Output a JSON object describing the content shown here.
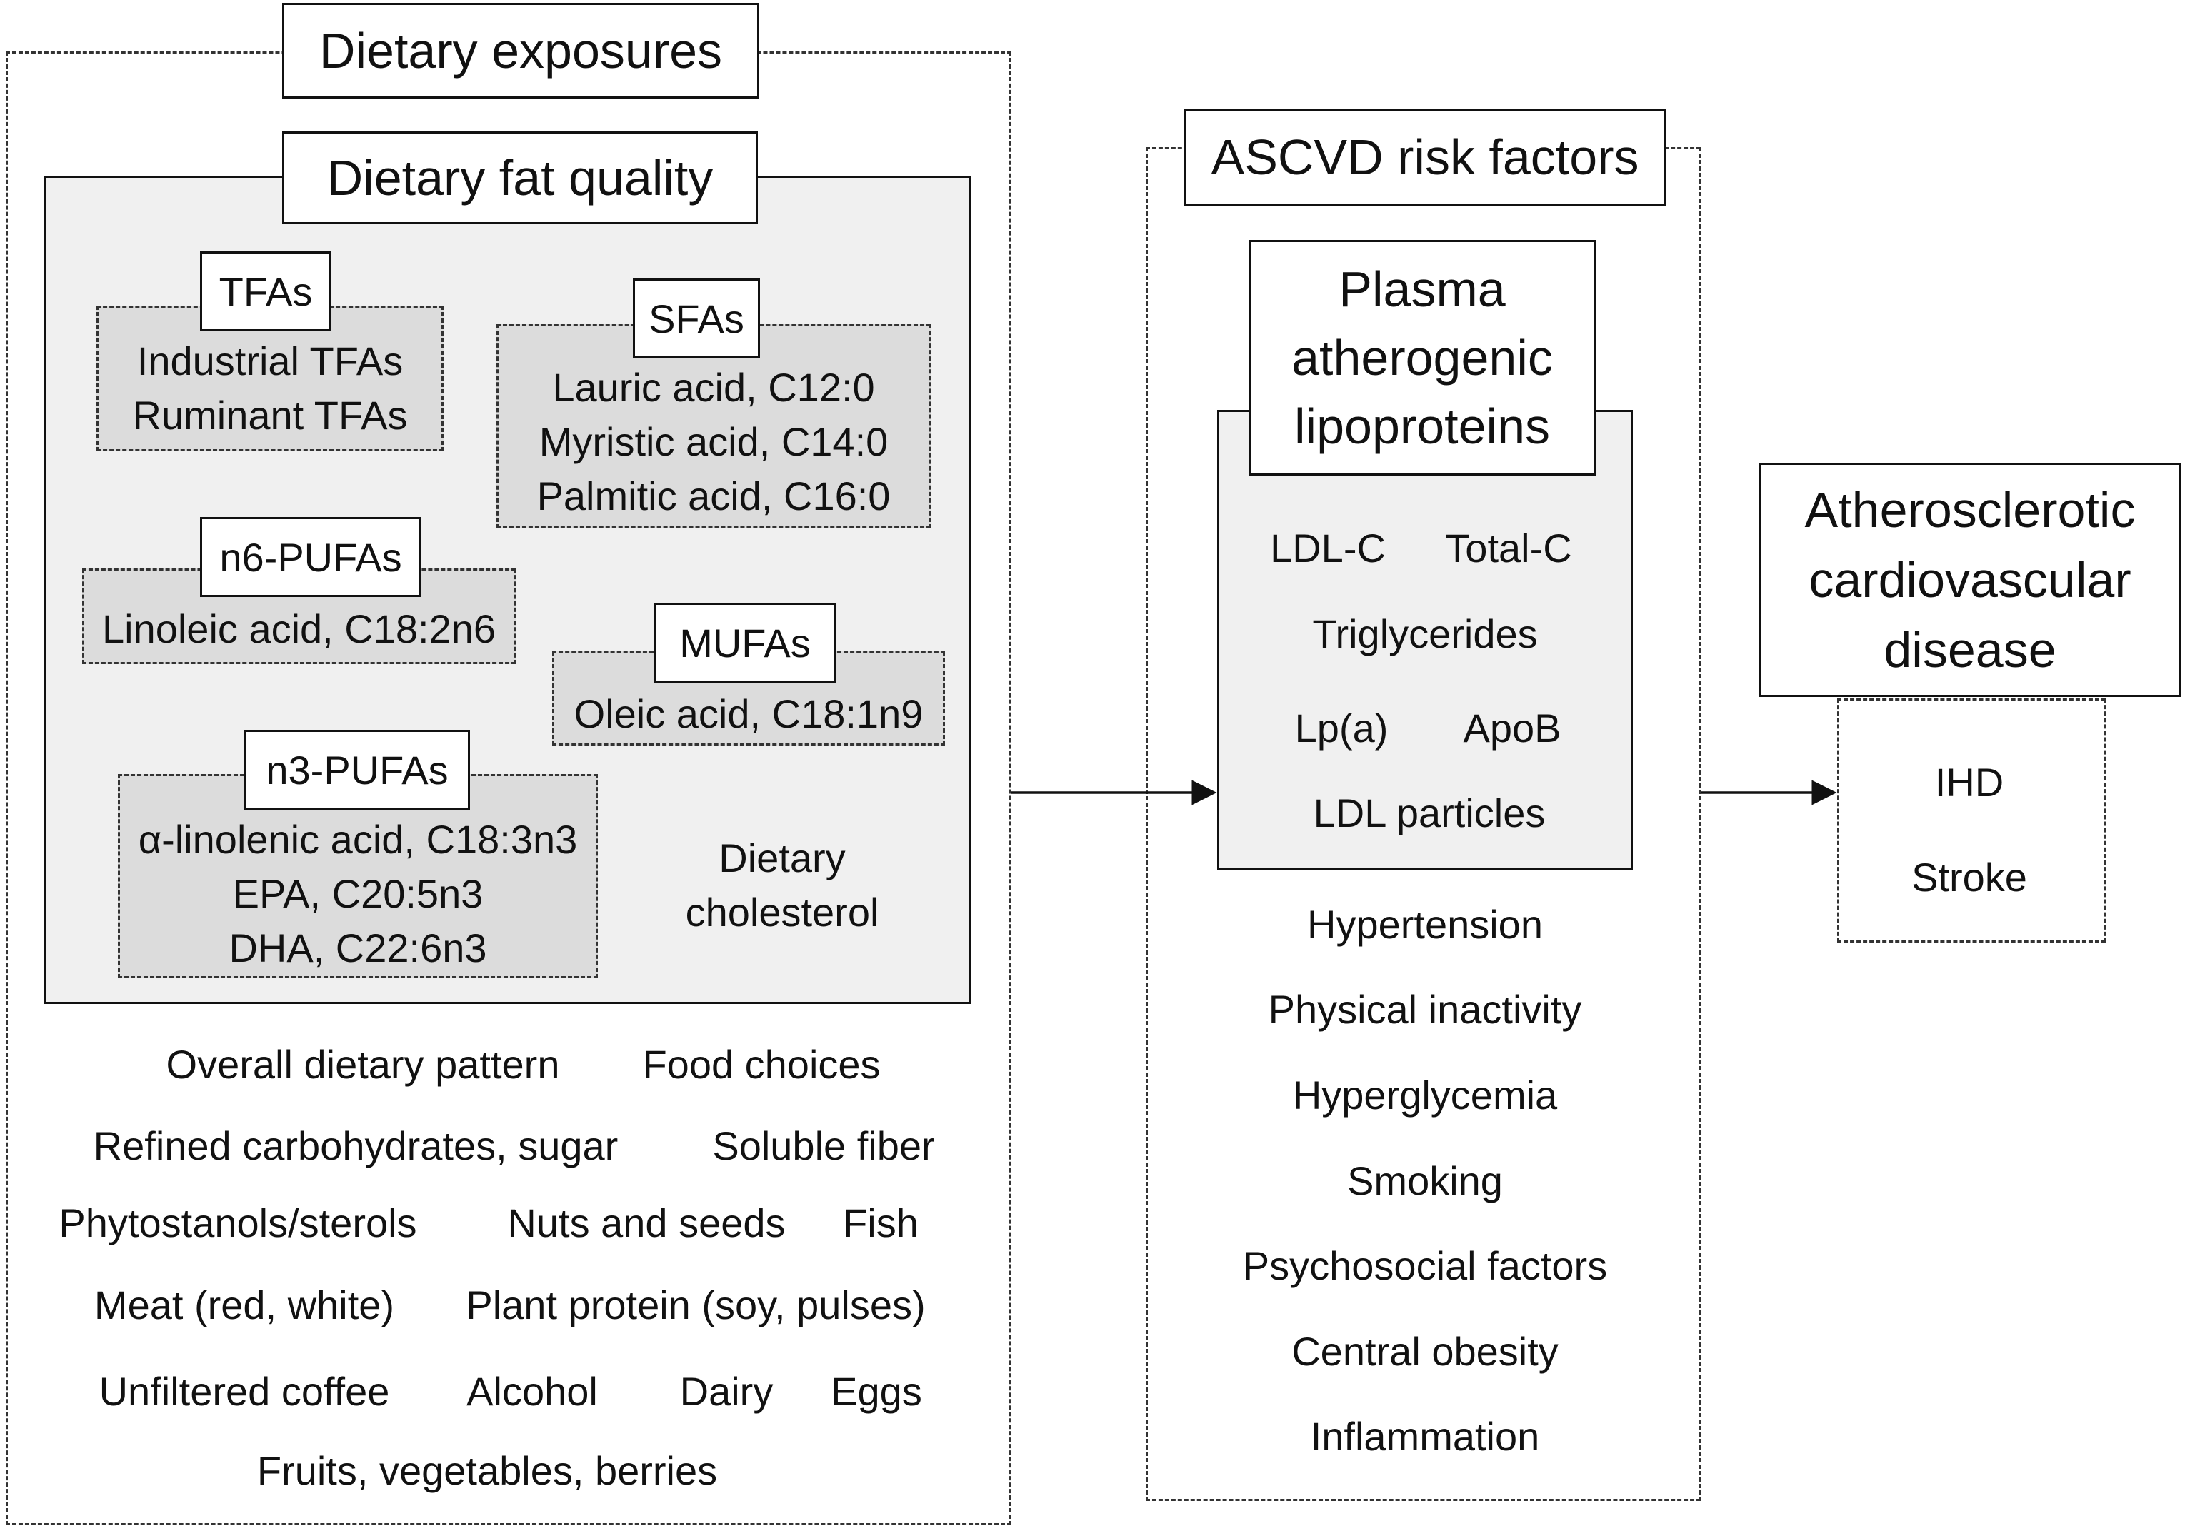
{
  "exposures": {
    "title": "Dietary exposures",
    "fat_quality": {
      "title": "Dietary fat quality",
      "groups": {
        "tfas": {
          "label": "TFAs",
          "items": [
            "Industrial TFAs",
            "Ruminant TFAs"
          ]
        },
        "sfas": {
          "label": "SFAs",
          "items": [
            "Lauric acid, C12:0",
            "Myristic acid, C14:0",
            "Palmitic acid, C16:0"
          ]
        },
        "n6": {
          "label": "n6-PUFAs",
          "items": [
            "Linoleic acid, C18:2n6"
          ]
        },
        "mufas": {
          "label": "MUFAs",
          "items": [
            "Oleic acid, C18:1n9"
          ]
        },
        "n3": {
          "label": "n3-PUFAs",
          "items": [
            "α-linolenic acid, C18:3n3",
            "EPA, C20:5n3",
            "DHA, C22:6n3"
          ]
        }
      },
      "cholesterol": [
        "Dietary",
        "cholesterol"
      ]
    },
    "other_factors": [
      "Overall dietary pattern",
      "Food choices",
      "Refined carbohydrates, sugar",
      "Soluble fiber",
      "Phytostanols/sterols",
      "Nuts and seeds",
      "Fish",
      "Meat (red, white)",
      "Plant protein (soy, pulses)",
      "Unfiltered coffee",
      "Alcohol",
      "Dairy",
      "Eggs",
      "Fruits, vegetables, berries"
    ]
  },
  "risk": {
    "title": "ASCVD risk factors",
    "lipoproteins": {
      "title": [
        "Plasma",
        "atherogenic",
        "lipoproteins"
      ],
      "items": [
        "LDL-C",
        "Total-C",
        "Triglycerides",
        "Lp(a)",
        "ApoB",
        "LDL particles"
      ]
    },
    "others": [
      "Hypertension",
      "Physical inactivity",
      "Hyperglycemia",
      "Smoking",
      "Psychosocial factors",
      "Central obesity",
      "Inflammation"
    ]
  },
  "disease": {
    "title": [
      "Atherosclerotic",
      "cardiovascular",
      "disease"
    ],
    "items": [
      "IHD",
      "Stroke"
    ]
  }
}
